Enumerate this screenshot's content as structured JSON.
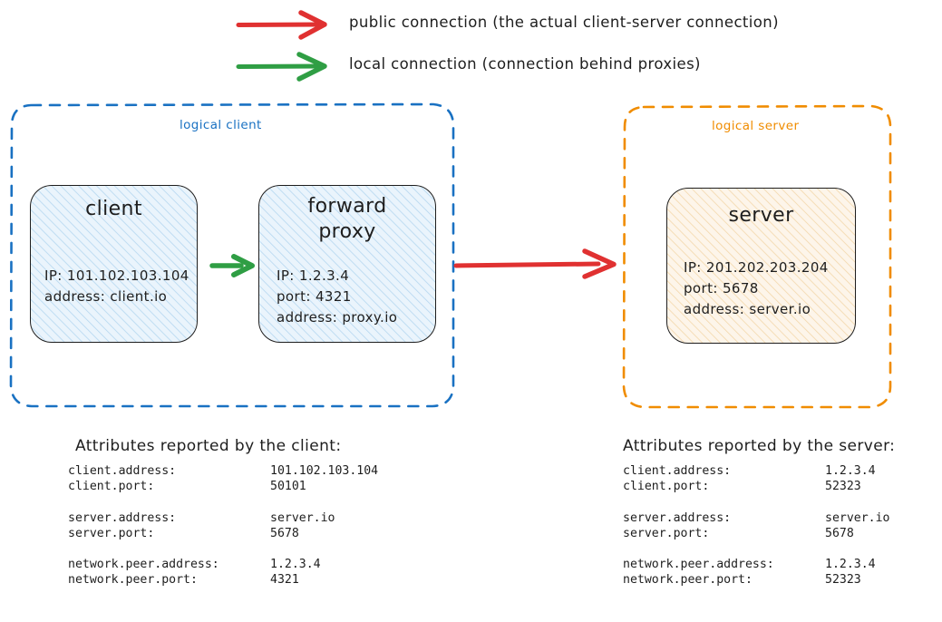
{
  "colors": {
    "public_arrow": "#e03131",
    "local_arrow": "#2f9e44",
    "logical_client_border": "#1971c2",
    "logical_server_border": "#f08c00",
    "client_fill": "#d7e9f7",
    "client_hatch": "#a8cdeb",
    "server_fill": "#fdf3e3",
    "server_hatch": "#f0cfa0",
    "stroke": "#1e1e1e"
  },
  "legend": {
    "items": [
      {
        "arrow": "red-arrow-icon",
        "color": "#e03131",
        "label": "public connection (the actual client-server connection)"
      },
      {
        "arrow": "green-arrow-icon",
        "color": "#2f9e44",
        "label": "local connection (connection behind proxies)"
      }
    ]
  },
  "groups": {
    "client": {
      "label": "logical client",
      "color": "#1971c2"
    },
    "server": {
      "label": "logical server",
      "color": "#f08c00"
    }
  },
  "nodes": {
    "client": {
      "title": "client",
      "lines": "IP: 101.102.103.104\naddress: client.io"
    },
    "proxy": {
      "title": "forward\nproxy",
      "lines": "IP: 1.2.3.4\nport: 4321\naddress: proxy.io"
    },
    "server": {
      "title": "server",
      "lines": "IP: 201.202.203.204\nport: 5678\naddress: server.io"
    }
  },
  "arrows": {
    "client_to_proxy": {
      "type": "local-connection-arrow",
      "color": "#2f9e44"
    },
    "proxy_to_server": {
      "type": "public-connection-arrow",
      "color": "#e03131"
    }
  },
  "attributes": {
    "client_side": {
      "heading": "Attributes reported by the client:",
      "groups": [
        [
          {
            "key": "client.address:",
            "value": "101.102.103.104"
          },
          {
            "key": "client.port:",
            "value": "50101"
          }
        ],
        [
          {
            "key": "server.address:",
            "value": "server.io"
          },
          {
            "key": "server.port:",
            "value": "5678"
          }
        ],
        [
          {
            "key": "network.peer.address:",
            "value": "1.2.3.4"
          },
          {
            "key": "network.peer.port:",
            "value": "4321"
          }
        ]
      ]
    },
    "server_side": {
      "heading": "Attributes reported by the server:",
      "groups": [
        [
          {
            "key": "client.address:",
            "value": "1.2.3.4"
          },
          {
            "key": "client.port:",
            "value": "52323"
          }
        ],
        [
          {
            "key": "server.address:",
            "value": "server.io"
          },
          {
            "key": "server.port:",
            "value": "5678"
          }
        ],
        [
          {
            "key": "network.peer.address:",
            "value": "1.2.3.4"
          },
          {
            "key": "network.peer.port:",
            "value": "52323"
          }
        ]
      ]
    }
  }
}
